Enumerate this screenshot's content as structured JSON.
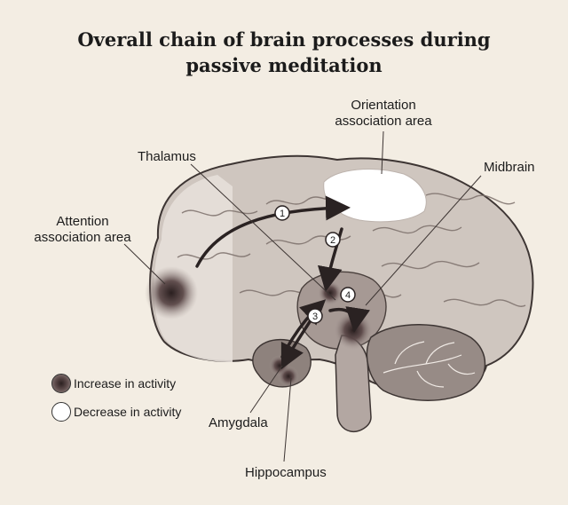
{
  "title": {
    "line1": "Overall chain of brain processes during",
    "line2": "passive meditation"
  },
  "labels": {
    "orientation_line1": "Orientation",
    "orientation_line2": "association area",
    "thalamus": "Thalamus",
    "midbrain": "Midbrain",
    "attention_line1": "Attention",
    "attention_line2": "association area",
    "amygdala": "Amygdala",
    "hippocampus": "Hippocampus"
  },
  "steps": [
    "1",
    "2",
    "3",
    "4"
  ],
  "legend": {
    "increase": "Increase in activity",
    "decrease": "Decrease in activity"
  },
  "colors": {
    "background": "#f3ede3",
    "brain_light": "#d9d2cc",
    "brain_mid": "#bdb3ad",
    "brain_dark": "#8d817d",
    "increase_activity": "#3a2c2c",
    "decrease_activity": "#ffffff"
  }
}
